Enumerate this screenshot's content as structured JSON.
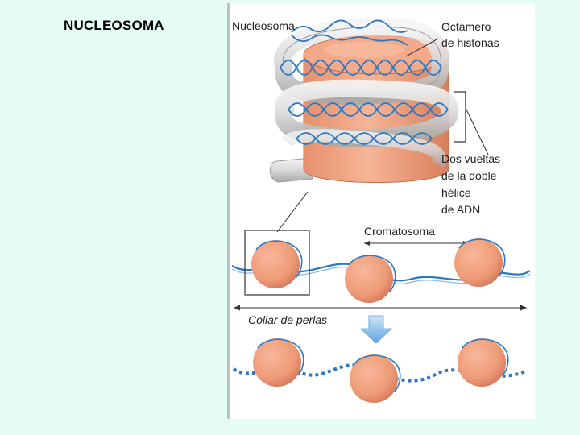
{
  "slide": {
    "title": "NUCLEOSOMA"
  },
  "figure": {
    "labels": {
      "nucleosome": "Nucleosoma",
      "octamer_line1": "Octámero",
      "octamer_line2": "de histonas",
      "dna_line1": "Dos vueltas",
      "dna_line2": "de la doble",
      "dna_line3": "hélice",
      "dna_line4": "de ADN",
      "chromatosome": "Cromatosoma",
      "beads": "Collar de perlas"
    }
  },
  "colors": {
    "background": "#e4fbf6",
    "figure_background": "#ffffff",
    "histone": "#f0a382",
    "histone_dark": "#d67e5c",
    "dna_blue": "#2b78c4",
    "arrow_blue": "#7db7e8"
  }
}
